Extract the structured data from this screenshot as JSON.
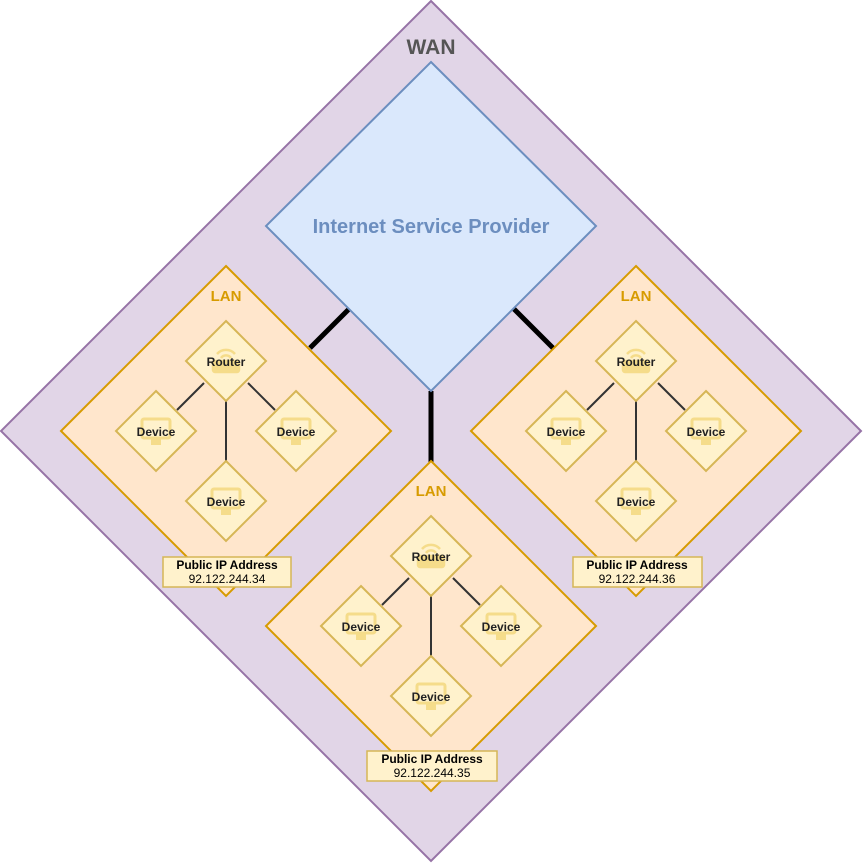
{
  "wan": {
    "label": "WAN"
  },
  "isp": {
    "label": "Internet Service Provider"
  },
  "lans": [
    {
      "label": "LAN",
      "router_label": "Router",
      "device_labels": [
        "Device",
        "Device",
        "Device"
      ],
      "ip_title": "Public IP Address",
      "ip_value": "92.122.244.34"
    },
    {
      "label": "LAN",
      "router_label": "Router",
      "device_labels": [
        "Device",
        "Device",
        "Device"
      ],
      "ip_title": "Public IP Address",
      "ip_value": "92.122.244.35"
    },
    {
      "label": "LAN",
      "router_label": "Router",
      "device_labels": [
        "Device",
        "Device",
        "Device"
      ],
      "ip_title": "Public IP Address",
      "ip_value": "92.122.244.36"
    }
  ],
  "colors": {
    "wan_fill": "#e1d5e7",
    "wan_stroke": "#9673a6",
    "isp_fill": "#dae8fc",
    "isp_stroke": "#6c8ebf",
    "lan_fill": "#ffe6cc",
    "lan_stroke": "#d79b00",
    "node_fill": "#fff2cc",
    "node_stroke": "#d6b656"
  },
  "icons": {
    "router": "wifi-router-icon",
    "device": "monitor-icon"
  }
}
